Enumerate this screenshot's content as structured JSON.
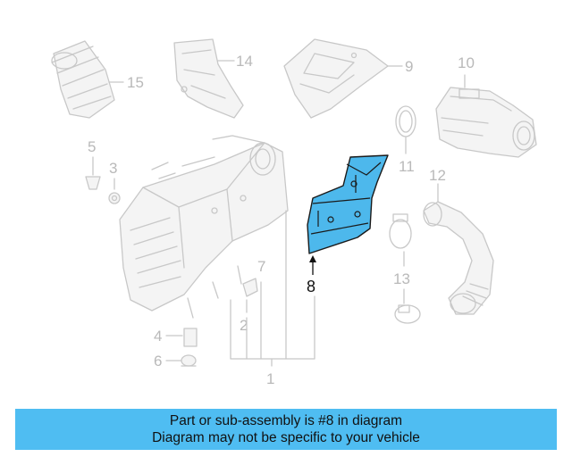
{
  "diagram": {
    "highlighted_part": "8",
    "callouts": {
      "p1": "1",
      "p2": "2",
      "p3": "3",
      "p4": "4",
      "p5": "5",
      "p6": "6",
      "p7": "7",
      "p8": "8",
      "p9": "9",
      "p10": "10",
      "p11": "11",
      "p12": "12",
      "p13": "13",
      "p14": "14",
      "p15": "15"
    },
    "colors": {
      "highlight": "#4db8ec",
      "banner": "#4fbdf2",
      "ghost_lines": "#c8c8c8"
    }
  },
  "banner": {
    "line1": "Part or sub-assembly is #8 in diagram",
    "line2": "Diagram may not be specific to your vehicle"
  }
}
